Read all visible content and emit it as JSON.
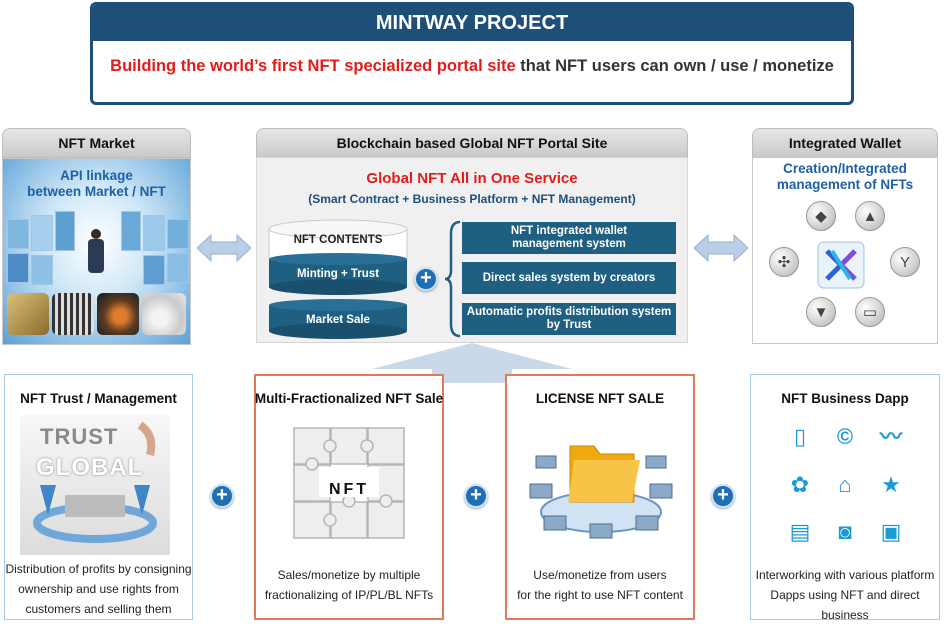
{
  "project": {
    "title": "MINTWAY PROJECT",
    "subtitle_red": "Building the world’s first NFT specialized portal site",
    "subtitle_dark": " that NFT users can own / use / monetize"
  },
  "market": {
    "header": "NFT Market",
    "line1": "API linkage",
    "line2": "between Market / NFT"
  },
  "portal": {
    "header": "Blockchain based Global NFT Portal Site",
    "title": "Global NFT  All in One Service",
    "subtitle": "(Smart Contract + Business Platform + NFT Management)",
    "db_top": "NFT CONTENTS",
    "db_mid": "Minting + Trust",
    "db_bottom": "Market Sale",
    "features": [
      {
        "line1": "NFT integrated wallet",
        "line2": "management system"
      },
      {
        "line1": "Direct sales system by creators",
        "line2": ""
      },
      {
        "line1": "Automatic profits distribution system",
        "line2": "by Trust"
      }
    ]
  },
  "wallet": {
    "header": "Integrated Wallet",
    "line1": "Creation/Integrated",
    "line2": "management of NFTs"
  },
  "trust": {
    "title": "NFT Trust / Management",
    "img_top": "TRUST",
    "img_bottom": "GLOBAL",
    "desc1": "Distribution of profits by consigning",
    "desc2": "ownership and use rights from",
    "desc3": "customers and selling them"
  },
  "fraction": {
    "title": "Multi-Fractionalized NFT Sale",
    "puzzle_text": "NFT",
    "desc1": "Sales/monetize by multiple",
    "desc2": "fractionalizing of IP/PL/BL NFTs"
  },
  "license": {
    "title": "LICENSE NFT SALE",
    "desc1": "Use/monetize from users",
    "desc2": "for the right to use NFT content"
  },
  "dapp": {
    "title": "NFT Business Dapp",
    "desc1": "Interworking with various platform",
    "desc2": "Dapps using NFT and direct business"
  },
  "colors": {
    "navy": "#1f4e79",
    "red": "#e31b1b",
    "teal_box": "#1f5f82",
    "plus_blue": "#1f6fb5",
    "orange_border": "#e07a5f",
    "dapp_icon": "#1c9ad6"
  },
  "icons": {
    "plus": "+",
    "coins": [
      "ethereum-icon",
      "eos-icon",
      "tron-icon",
      "ripple-icon",
      "klay-icon",
      "wallet-card-icon"
    ],
    "dapps": [
      "mobile-search-icon",
      "copyright-icon",
      "wave-icon",
      "sun-flower-icon",
      "shop-icon",
      "people-star-icon",
      "book-icon",
      "ticket-icon",
      "certificate-icon"
    ]
  }
}
